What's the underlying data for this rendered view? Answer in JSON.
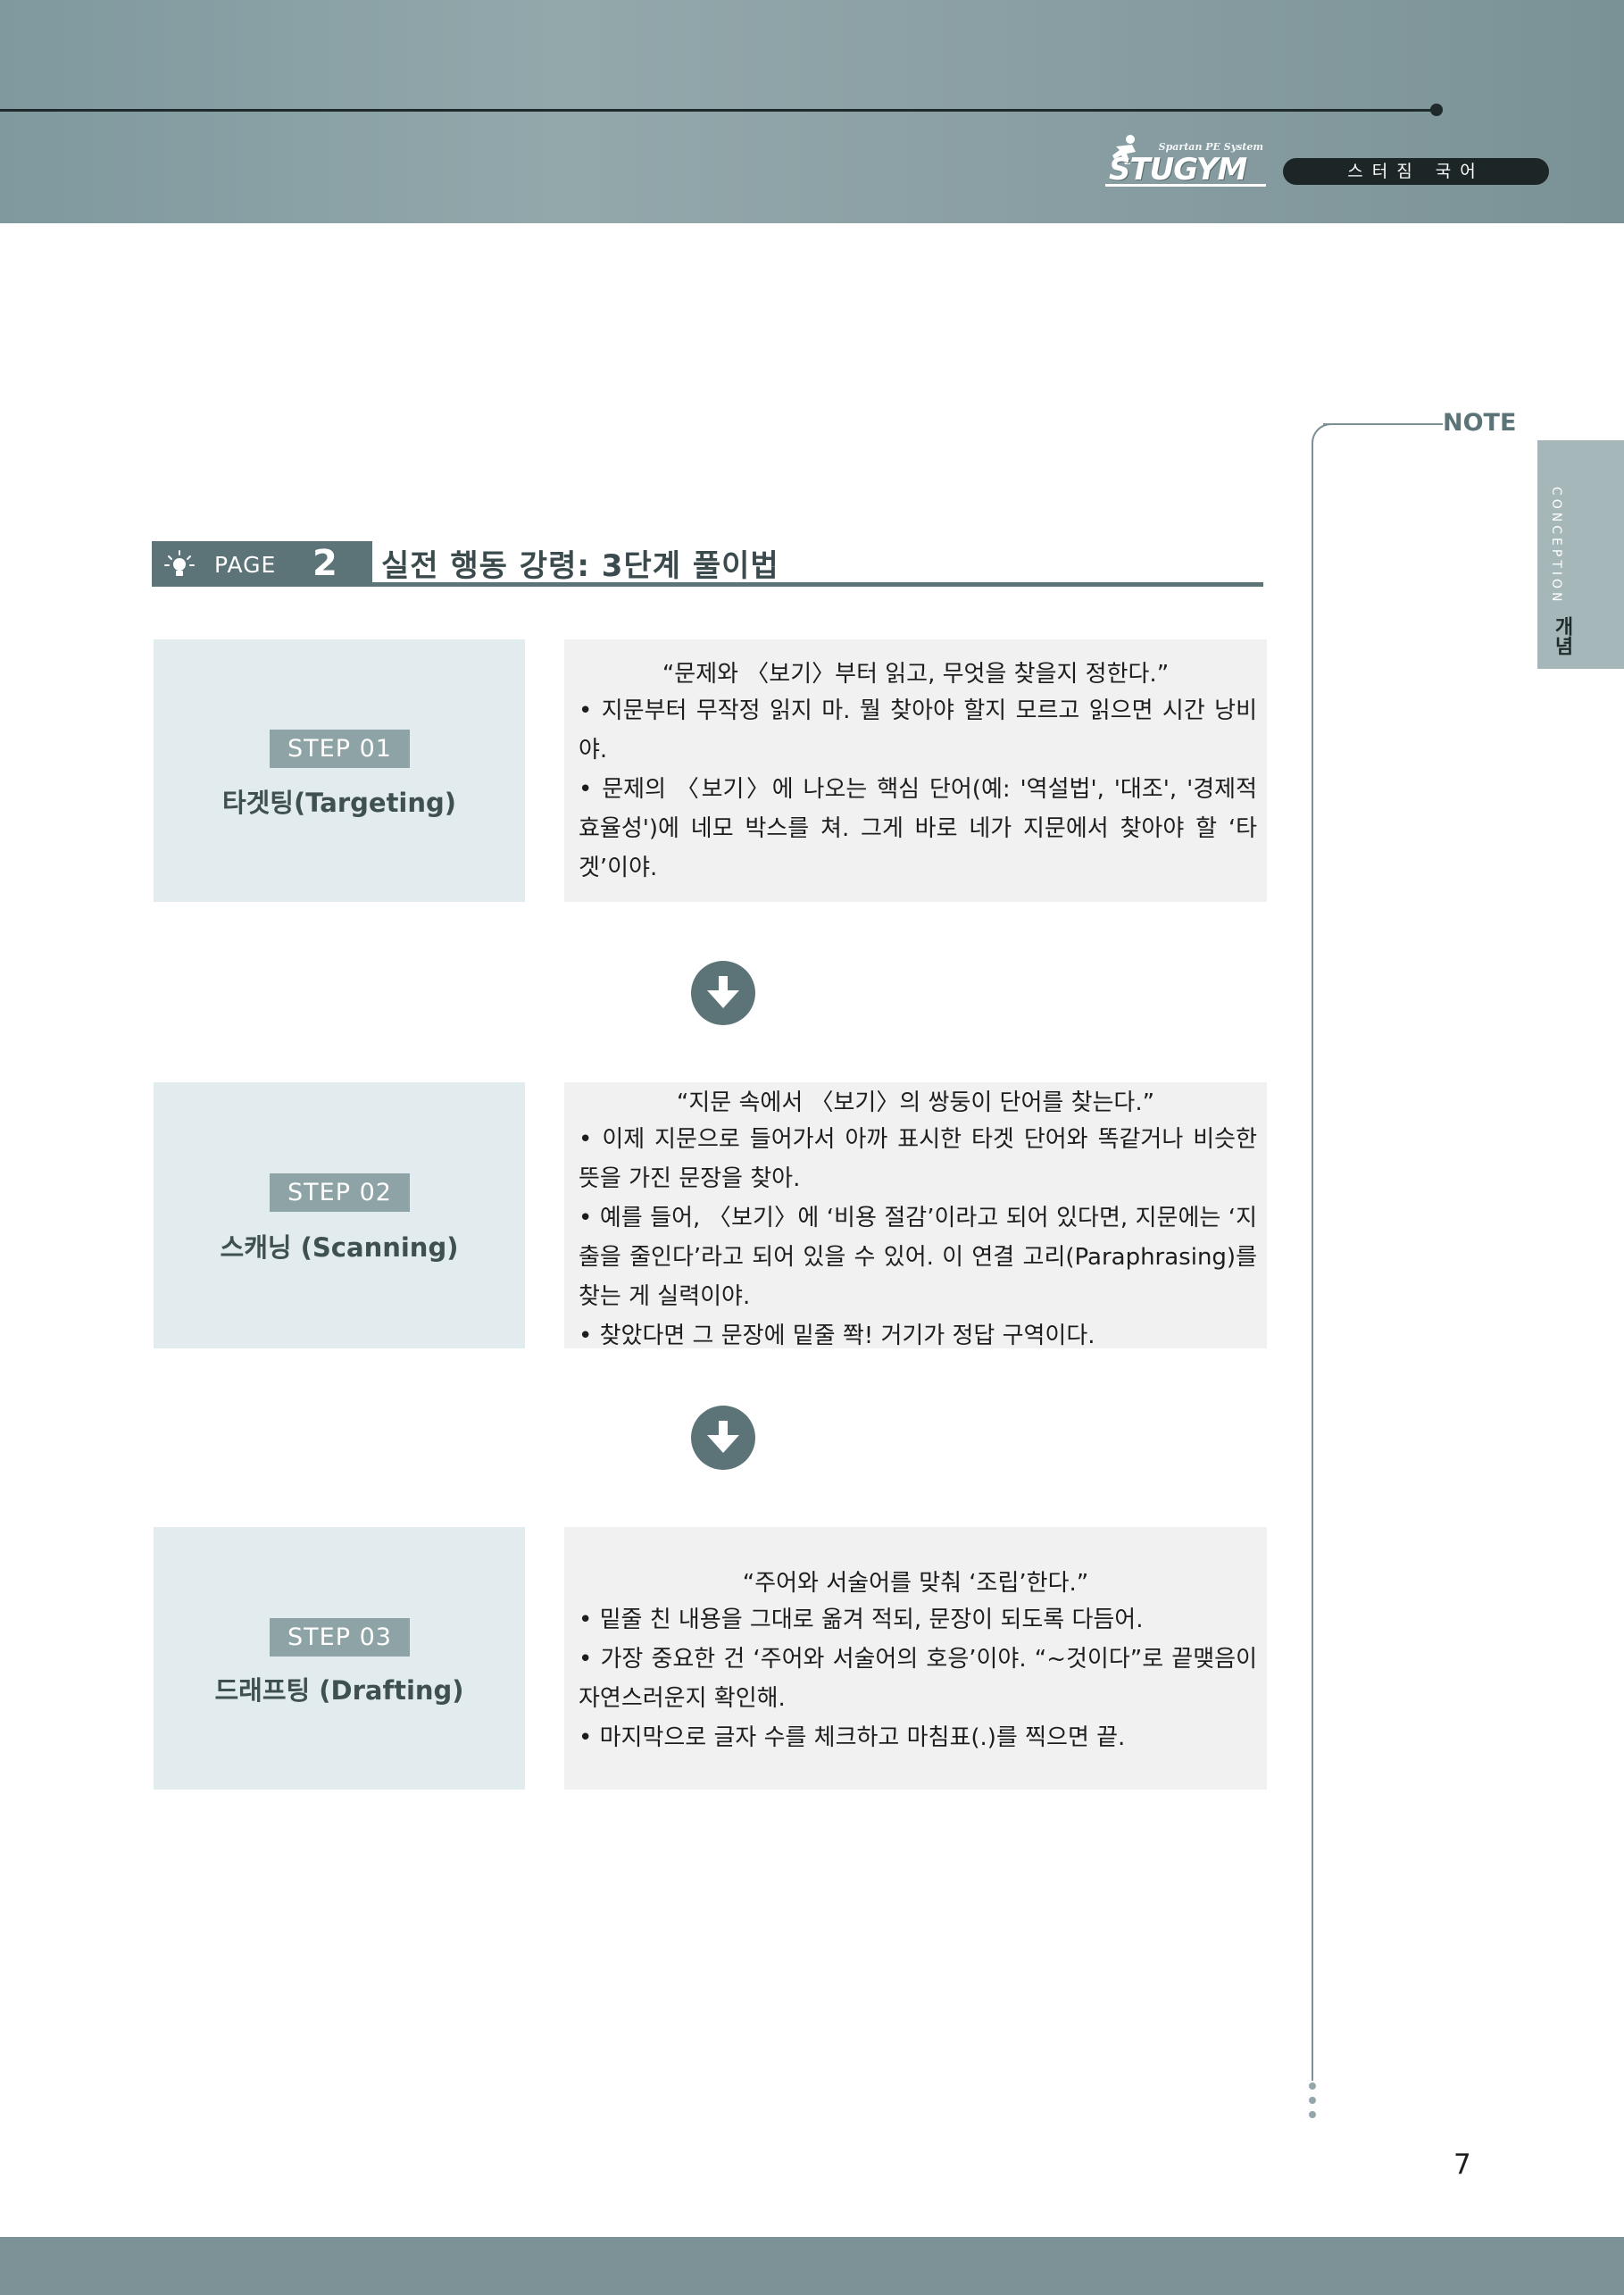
{
  "header": {
    "logo_subtitle": "Spartan PE System",
    "logo_text": "STUGYM",
    "pill_label": "스터짐 국어"
  },
  "margin": {
    "note_label": "NOTE",
    "tab_en": "CONCEPTION",
    "tab_kr": "개념"
  },
  "section": {
    "page_word": "PAGE",
    "page_number": "2",
    "title": "실전 행동 강령: 3단계 풀이법"
  },
  "steps": [
    {
      "badge": "STEP 01",
      "name": "타겟팅(Targeting)",
      "quote": "“문제와 〈보기〉부터 읽고, 무엇을 찾을지 정한다.”",
      "bullets": [
        "• 지문부터 무작정 읽지 마. 뭘 찾아야 할지 모르고 읽으면 시간 낭비야.",
        "• 문제의 〈보기〉에 나오는 핵심 단어(예: '역설법', '대조', '경제적 효율성')에 네모 박스를 쳐. 그게 바로 네가 지문에서 찾아야 할 ‘타겟’이야."
      ]
    },
    {
      "badge": "STEP 02",
      "name": "스캐닝 (Scanning)",
      "quote": "“지문 속에서 〈보기〉의 쌍둥이 단어를 찾는다.”",
      "bullets": [
        "• 이제 지문으로 들어가서 아까 표시한 타겟 단어와 똑같거나 비슷한 뜻을 가진 문장을 찾아.",
        "• 예를 들어, 〈보기〉에 ‘비용 절감’이라고 되어 있다면, 지문에는 ‘지출을 줄인다’라고 되어 있을 수 있어. 이 연결 고리(Paraphrasing)를 찾는 게 실력이야.",
        "• 찾았다면 그 문장에 밑줄 쫙! 거기가 정답 구역이다."
      ]
    },
    {
      "badge": "STEP 03",
      "name": "드래프팅 (Drafting)",
      "quote": "“주어와 서술어를 맞춰 ‘조립’한다.”",
      "bullets": [
        "• 밑줄 친 내용을 그대로 옮겨 적되, 문장이 되도록 다듬어.",
        "• 가장 중요한 건 ‘주어와 서술어의 호응’이야. “~것이다”로 끝맺음이 자연스러운지 확인해.",
        "• 마지막으로 글자 수를 체크하고 마침표(.)를 찍으면 끝."
      ]
    }
  ],
  "page_number": "7",
  "colors": {
    "accent": "#5c7478",
    "step_left_bg": "#e2ecee",
    "step_right_bg": "#f1f1f1",
    "badge_bg": "#8ea3a6"
  }
}
